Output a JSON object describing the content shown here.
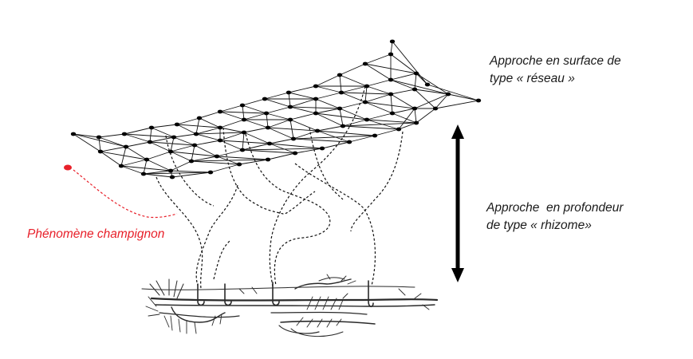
{
  "labels": {
    "surface": {
      "line1": "Approche en surface de",
      "line2": "type « réseau »"
    },
    "depth": {
      "line1": "Approche  en profondeur",
      "line2": "de type « rhizome»"
    },
    "fungus": "Phénomène champignon"
  },
  "colors": {
    "text": "#1a1a1a",
    "network": "#000000",
    "fungus": "#e8202a",
    "rhizome": "#2a2a2a"
  },
  "icons": {
    "arrow": "double-headed-vertical-arrow-icon",
    "rhizome": "rhizome-root-sketch-icon"
  }
}
